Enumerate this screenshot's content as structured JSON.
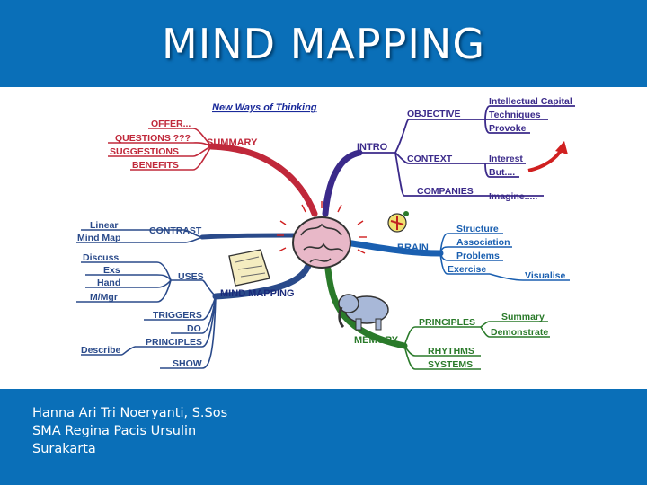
{
  "title": "MIND MAPPING",
  "diagram": {
    "heading": "New Ways of Thinking",
    "center": "MIND MAPPING",
    "summary": {
      "label": "SUMMARY",
      "items": [
        "OFFER...",
        "QUESTIONS ???",
        "SUGGESTIONS",
        "BENEFITS"
      ]
    },
    "contrast": {
      "label": "CONTRAST",
      "items": [
        "Linear",
        "Mind Map"
      ]
    },
    "uses": {
      "label": "USES",
      "items": [
        "Discuss",
        "Exs",
        "Hand",
        "M/Mgr"
      ]
    },
    "triggers": {
      "items": [
        "TRIGGERS",
        "DO",
        "PRINCIPLES",
        "SHOW"
      ],
      "extra": "Describe"
    },
    "intro": {
      "label": "INTRO"
    },
    "objective": {
      "label": "OBJECTIVE",
      "items": [
        "Intellectual Capital",
        "Techniques",
        "Provoke"
      ]
    },
    "context": {
      "label": "CONTEXT",
      "items": [
        "Interest",
        "But...."
      ]
    },
    "companies": {
      "label": "COMPANIES",
      "items": [
        "Imagine....."
      ]
    },
    "brain": {
      "label": "BRAIN",
      "items": [
        "Structure",
        "Association",
        "Problems",
        "Exercise"
      ],
      "extra": "Visualise"
    },
    "memory": {
      "label": "MEMORY",
      "items": [
        "PRINCIPLES",
        "RHYTHMS",
        "SYSTEMS"
      ]
    },
    "principles": {
      "items": [
        "Summary",
        "Demonstrate"
      ]
    }
  },
  "credits": [
    "Hanna Ari Tri Noeryanti, S.Sos",
    "SMA Regina Pacis Ursulin",
    "Surakarta"
  ],
  "colors": {
    "band": "#0a6fb8",
    "summary": "#c0283a",
    "intro": "#3b2a8a",
    "brain": "#1a5fb0",
    "memory": "#2a7a2a",
    "uses": "#2a4a8a",
    "arrow": "#d02020"
  }
}
